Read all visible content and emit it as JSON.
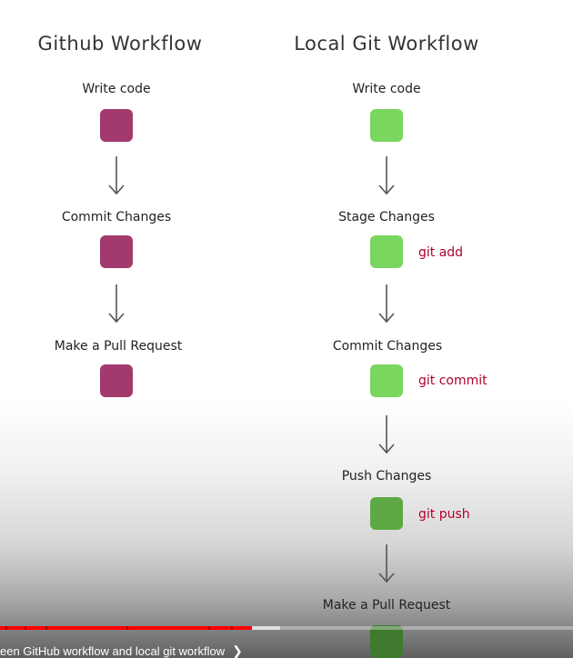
{
  "github": {
    "title": "Github Workflow",
    "steps": [
      "Write code",
      "Commit Changes",
      "Make a Pull Request"
    ]
  },
  "local": {
    "title": "Local Git Workflow",
    "steps": [
      "Write code",
      "Stage Changes",
      "Commit Changes",
      "Push Changes",
      "Make a Pull Request"
    ],
    "commands": [
      "git add",
      "git commit",
      "git push"
    ]
  },
  "colors": {
    "github_box": "#a23a6e",
    "local_box": "#79d65e",
    "command_text": "#b0002a",
    "progress": "#ff0000"
  },
  "player": {
    "chapter_title": "een GitHub workflow and local git workflow",
    "chevron_icon": "chevron-right-icon",
    "progress_fraction": 0.44
  }
}
